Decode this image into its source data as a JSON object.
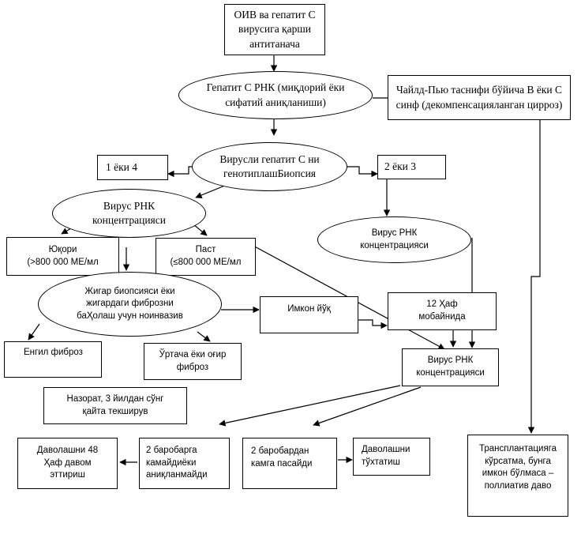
{
  "nodes": {
    "hiv_hcv": "ОИВ ва гепатит С вирусига қарши антитанача",
    "hcv_rna": "Гепатит С РНК (миқдорий ёки сифатий аниқланиши)",
    "child_pugh": "Чайлд-Пью таснифи бўйича B ёки С синф (декомпенсацияланган цирроз)",
    "genotyping": "Вирусли гепатит С ни генотиплашБиопсия",
    "g14": "1 ёки 4",
    "g23": "2 ёки 3",
    "rna_conc_1": "Вирус РНК\nконцентрацияси",
    "high": "Юқори\n(>800 000 МЕ/мл",
    "low": "Паст\n(≤800 000 МЕ/мл",
    "rna_conc_2": "Вирус РНК\nконцентрацияси",
    "liver_biopsy": "Жигар биопсияси ёки\nжигардаги фиброзни\nбаҲолаш учун ноинвазив",
    "possible_no": "Имкон  йўқ",
    "week12": "12 Ҳаф\nмобайнида",
    "mild_fibrosis": "Енгил фиброз",
    "mod_severe": "Ўртача ёки оғир\nфиброз",
    "rna_conc_3": "Вирус РНК\nконцентрацияси",
    "observation": "Назорат, 3 йилдан сўнг\nқайта текширув",
    "continue48": "Даволашни 48\nҲаф давом\nэттириш",
    "less_than_2": "2 баробарга\nкамайдиёки\nаниқланмайди",
    "more_than_2": "2 баробардан\nкамга пасайди",
    "stop_tx": "Даволашни\nтўхтатиш",
    "transplant": "Трансплантацияга\nкўрсатма, бунга\nимкон бўлмаса –\nполлиатив даво"
  }
}
